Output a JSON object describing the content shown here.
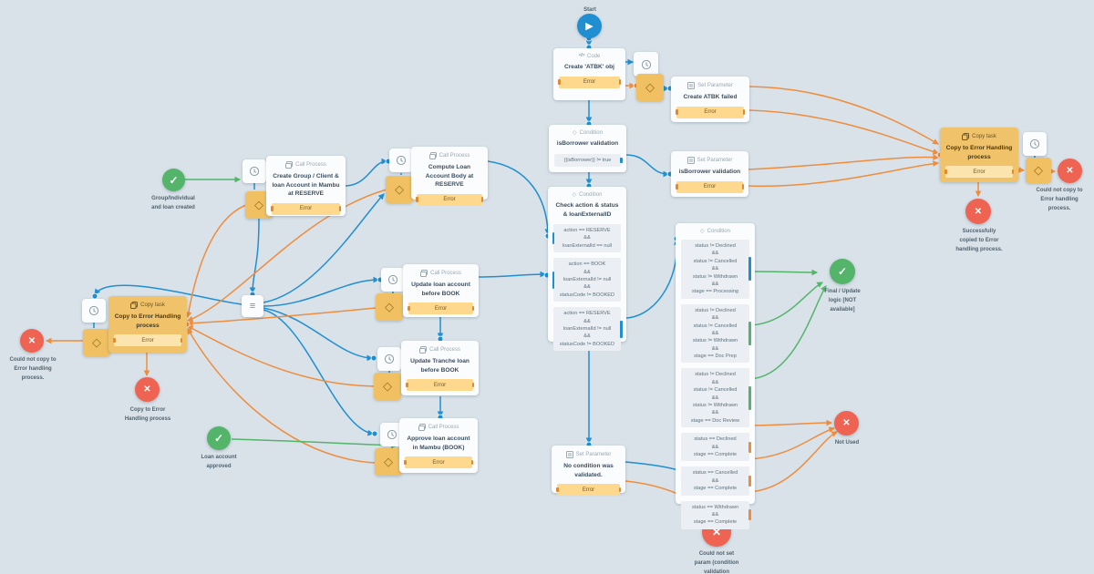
{
  "colors": {
    "blue": "#1f8fd2",
    "orange": "#ee8d3d",
    "green": "#53b46a",
    "red": "#ee6351",
    "amber": "#f0c063",
    "background": "#d9e2e9"
  },
  "start": {
    "label": "Start"
  },
  "nodes": {
    "code": {
      "header": "Code",
      "title": "Create 'ATBK' obj",
      "error": "Error"
    },
    "setAtbkFailed": {
      "header": "Set Parameter",
      "title": "Create ATBK failed",
      "error": "Error"
    },
    "condBorrower": {
      "header": "Condition",
      "title": "isBorrower validation",
      "chip": "{{isBorrower}} != true"
    },
    "setBorrower": {
      "header": "Set Parameter",
      "title": "isBorrower validation",
      "error": "Error"
    },
    "condAction": {
      "header": "Condition",
      "title": "Check action & status & loanExternalID",
      "chips": [
        "action == RESERVE\n&&\nloanExternalId == null",
        "action == BOOK\n&&\nloanExternalId != null\n&&\nstatusCode != BOOKED",
        "action == RESERVE\n&&\nloanExternalId != null\n&&\nstatusCode != BOOKED"
      ]
    },
    "callCreateGroup": {
      "header": "Call Process",
      "title": "Create Group / Client & loan Account in Mambu at RESERVE",
      "error": "Error"
    },
    "callCompute": {
      "header": "Call Process",
      "title": "Compute Loan Account Body at RESERVE",
      "error": "Error"
    },
    "callUpdateLoan": {
      "header": "Call Process",
      "title": "Update loan account before BOOK",
      "error": "Error"
    },
    "callUpdateTranche": {
      "header": "Call Process",
      "title": "Update Tranche loan before BOOK",
      "error": "Error"
    },
    "callApprove": {
      "header": "Call Process",
      "title": "Approve loan account in Mambu (BOOK)",
      "error": "Error"
    },
    "copyLeft": {
      "header": "Copy task",
      "title": "Copy to Error Handling process",
      "error": "Error"
    },
    "copyRight": {
      "header": "Copy task",
      "title": "Copy to Error Handling process",
      "error": "Error"
    },
    "setNoCondition": {
      "header": "Set Parameter",
      "title": "No condition was validated.",
      "error": "Error"
    },
    "condStatus": {
      "header": "Condition",
      "chips": [
        "status != Declined\n&&\nstatus != Cancelled\n&&\nstatus != Withdrawn\n&&\nstage == Processing",
        "status != Declined\n&&\nstatus != Cancelled\n&&\nstatus != Withdrawn\n&&\nstage == Doc Prep",
        "status != Declined\n&&\nstatus != Cancelled\n&&\nstatus != Withdrawn\n&&\nstage == Doc Review",
        "status == Declined\n&&\nstage == Complete",
        "status == Cancelled\n&&\nstage == Complete",
        "status == Withdrawn\n&&\nstage == Complete"
      ]
    }
  },
  "terminals": {
    "groupCreated": {
      "label": "Group/Individual\nand loan created"
    },
    "loanApproved": {
      "label": "Loan account\napproved"
    },
    "finalUpdate": {
      "label": "Final / Update\nlogic [NOT\navailable]"
    },
    "notUsed": {
      "label": "Not Used"
    },
    "couldNotCopyLeft": {
      "label": "Could not copy to\nError handling\nprocess."
    },
    "copyToErrorHandling": {
      "label": "Copy to Error\nHandling process"
    },
    "couldNotSetParam": {
      "label": "Could not set\nparam (condition\nvalidation\ncriteria)"
    },
    "couldNotCopyRight": {
      "label": "Could not copy to\nError handling\nprocess."
    },
    "successfullyCopied": {
      "label": "Successfully\ncopied to Error\nhandling process."
    }
  }
}
